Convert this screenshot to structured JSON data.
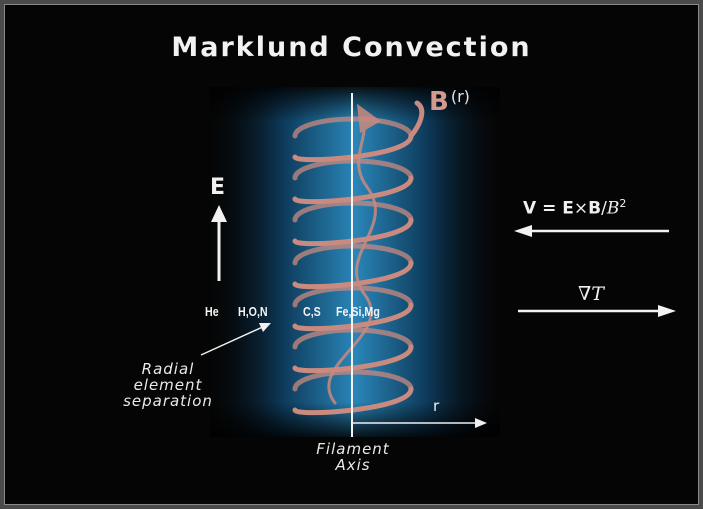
{
  "title": "Marklund Convection",
  "labels": {
    "b_field": "B",
    "b_field_arg": "(r)",
    "e_field": "E",
    "velocity_lhs": "V = E",
    "velocity_cross": "×",
    "velocity_b": "B",
    "velocity_div": "/",
    "velocity_b2": "B",
    "velocity_exp": "2",
    "gradient_t": "∇T",
    "radial_axis": "r",
    "filament_axis": [
      "Filament",
      "Axis"
    ],
    "radial_separation": [
      "Radial",
      "element",
      "separation"
    ]
  },
  "elements": [
    "He",
    "H,O,N",
    "C,S",
    "Fe,Si,Mg"
  ],
  "colors": {
    "background": "#050505",
    "helix": "#c98a7f",
    "glow": "#2a86b8",
    "text": "#f0f0f0"
  }
}
